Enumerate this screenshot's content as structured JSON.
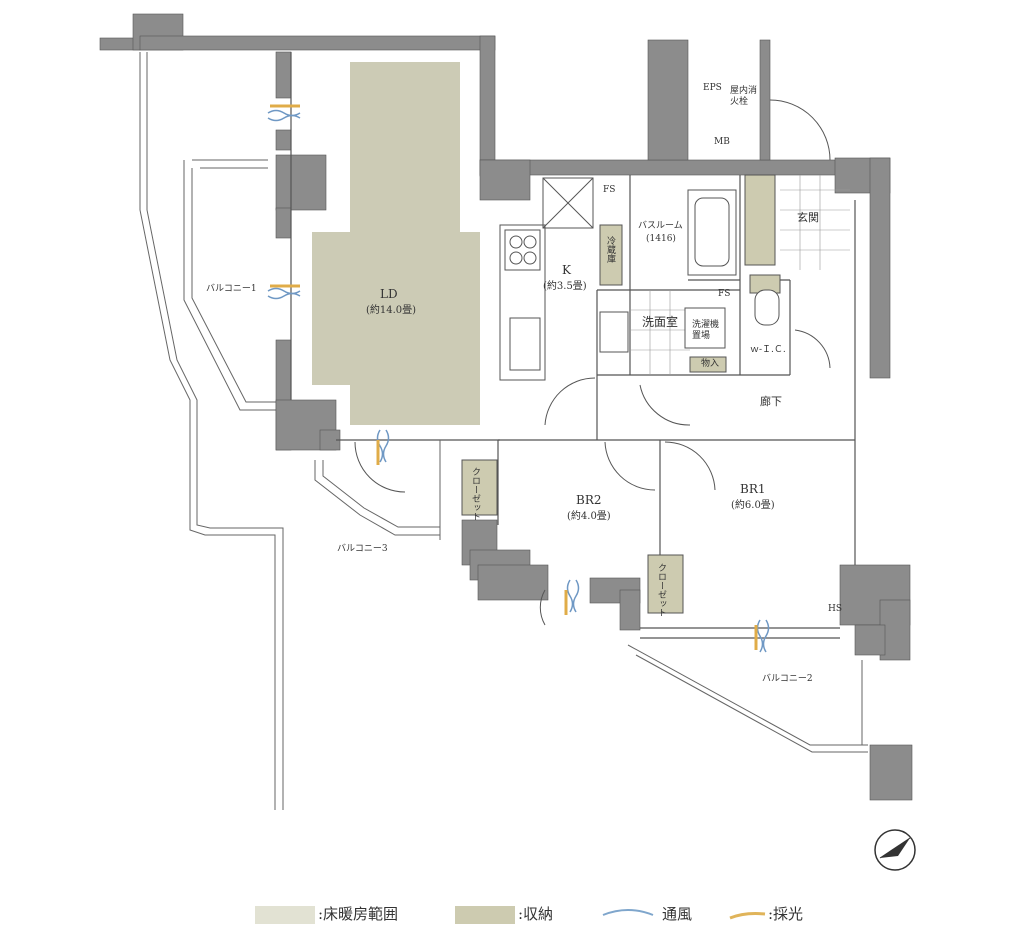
{
  "rooms": {
    "ld": {
      "name": "LD",
      "size": "(約14.0畳)"
    },
    "k": {
      "name": "K",
      "size": "(約3.5畳)"
    },
    "br1": {
      "name": "BR1",
      "size": "(約6.0畳)"
    },
    "br2": {
      "name": "BR2",
      "size": "(約4.0畳)"
    },
    "bath": {
      "name": "バスルーム",
      "size": "(1416)"
    },
    "washroom": "洗面室",
    "hallway": "廊下",
    "entrance": "玄関",
    "wic": "ｗ-Ｉ.Ｃ.",
    "balcony1": "バルコニー1",
    "balcony2": "バルコニー2",
    "balcony3": "バルコニー3"
  },
  "fixtures": {
    "eps": "EPS",
    "fire_hydrant": "屋内消火栓",
    "mb": "MB",
    "fs": "FS",
    "fs2": "FS",
    "closet": "クローゼット",
    "closet2": "クローゼット",
    "storage": "物入",
    "washer": "洗濯機置場",
    "hs": "HS",
    "fridge": "冷蔵庫"
  },
  "legend": [
    {
      "label": ":床暖房範囲",
      "color": "#e2e2d3",
      "kind": "swatch"
    },
    {
      "label": ":収納",
      "color": "#cdcbb0",
      "kind": "swatch"
    },
    {
      "label": "通風",
      "color": "#7fa6cc",
      "kind": "wave"
    },
    {
      "label": ":採光",
      "color": "#e0b45a",
      "kind": "bar"
    }
  ],
  "colors": {
    "wall": "#888888",
    "floor_heating": "#cccbb5",
    "storage": "#cdcbb0",
    "ventilation": "#6f98c4",
    "lighting": "#e0ac48"
  },
  "compass_icon": "north-compass-icon"
}
